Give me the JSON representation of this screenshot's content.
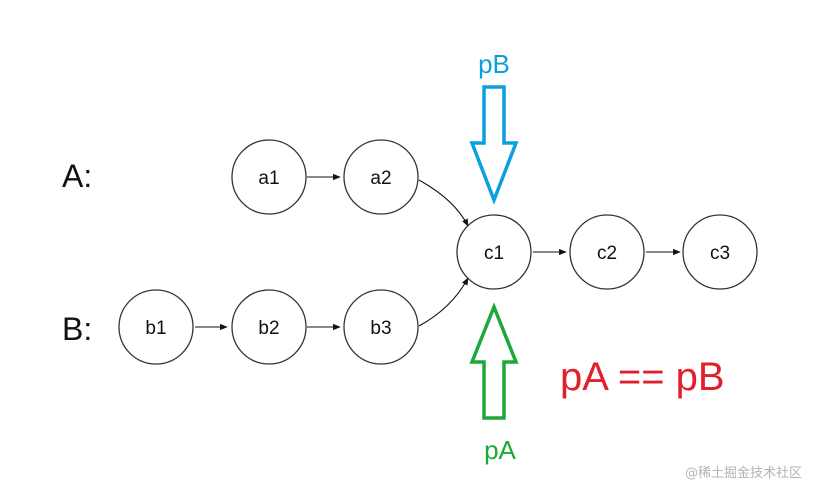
{
  "labels": {
    "row_a": "A:",
    "row_b": "B:",
    "pointer_b": "pB",
    "pointer_a": "pA",
    "equation": "pA == pB",
    "watermark": "@稀土掘金技术社区"
  },
  "nodes": {
    "a1": "a1",
    "a2": "a2",
    "b1": "b1",
    "b2": "b2",
    "b3": "b3",
    "c1": "c1",
    "c2": "c2",
    "c3": "c3"
  },
  "colors": {
    "pointer_b": "#0aa0e0",
    "pointer_a": "#1ea83a",
    "equation": "#e0202a"
  }
}
